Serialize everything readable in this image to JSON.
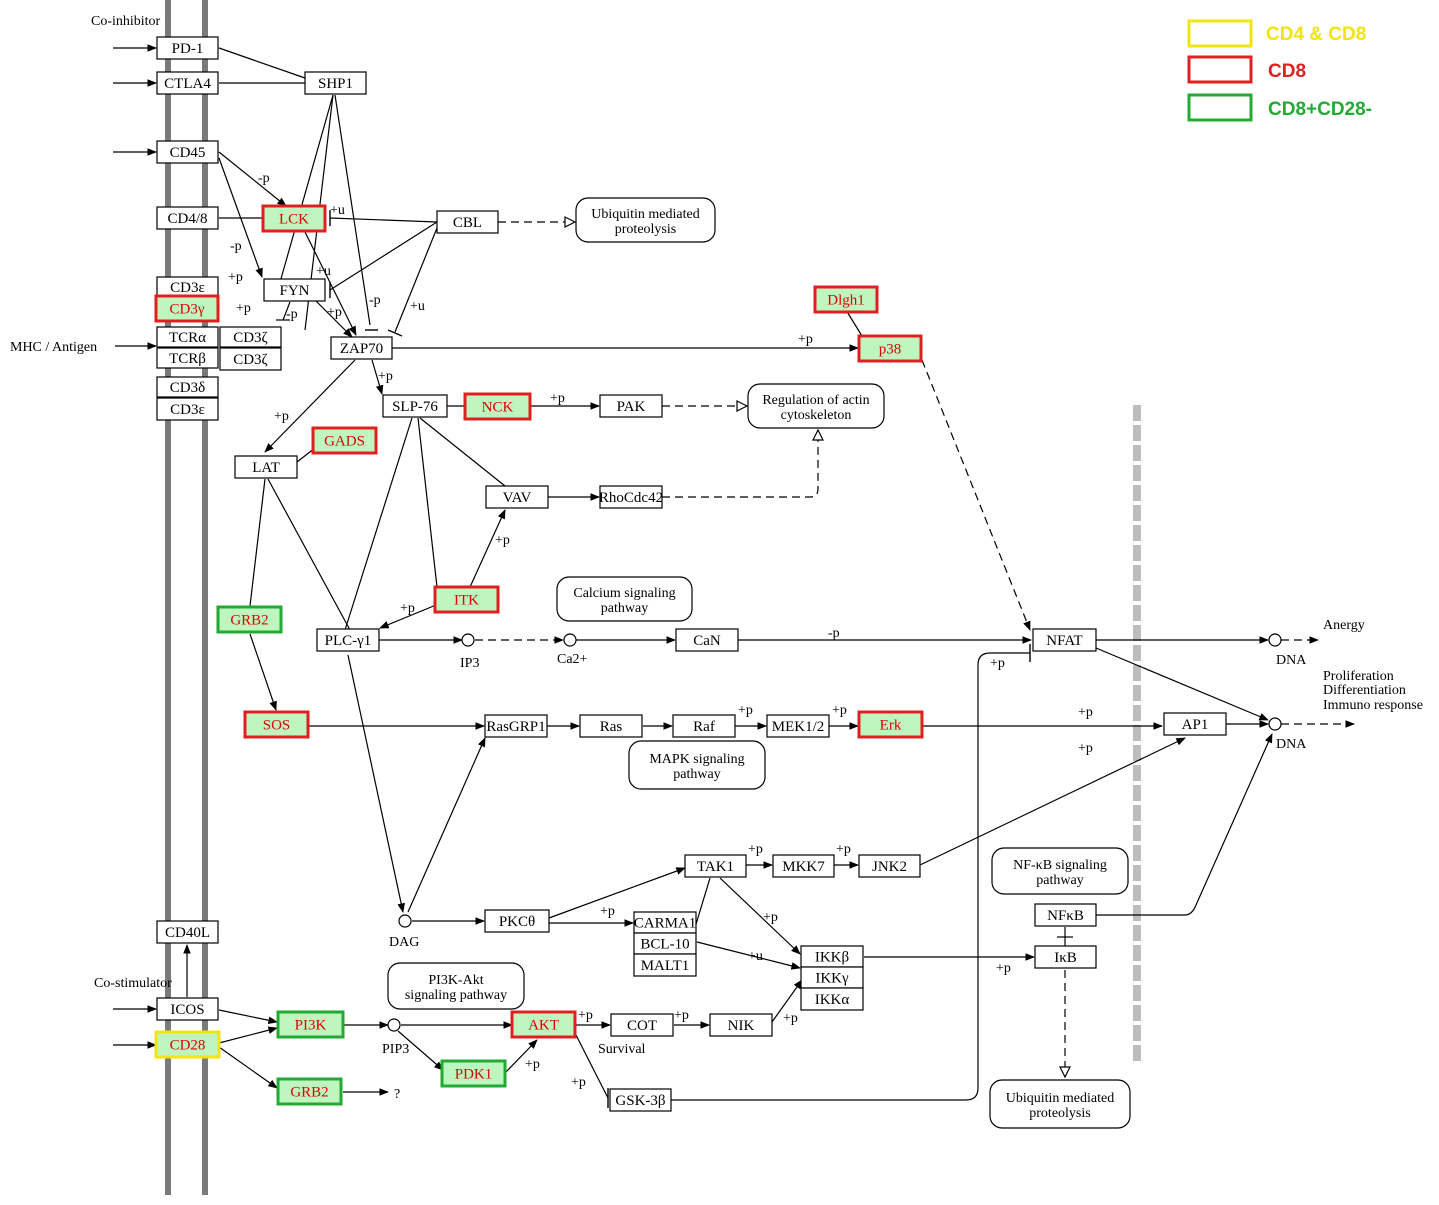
{
  "colors": {
    "membrane": "#7a7a7a",
    "nucleus_membrane": "#bdbdbd",
    "highlight_fill": "#bff5bf",
    "highlight_text": "#dd0000",
    "cd4_cd8": "#f2e40c",
    "cd8": "#e02020",
    "cd8_cd28_neg": "#22aa33",
    "edge": "#000000"
  },
  "legend": [
    {
      "label": "CD4 & CD8",
      "color_key": "cd4_cd8"
    },
    {
      "label": "CD8",
      "color_key": "cd8"
    },
    {
      "label": "CD8+CD28-",
      "color_key": "cd8_cd28_neg"
    }
  ],
  "nodes": {
    "pd1": "PD-1",
    "ctla4": "CTLA4",
    "shp1": "SHP1",
    "cd45": "CD45",
    "cd48": "CD4/8",
    "lck": "LCK",
    "cbl": "CBL",
    "cd3e_top": "CD3ε",
    "cd3y": "CD3γ",
    "fyn": "FYN",
    "dlgh1": "Dlgh1",
    "tcra": "TCRα",
    "tcrb": "TCRβ",
    "cd3z_a": "CD3ζ",
    "cd3z_b": "CD3ζ",
    "zap70": "ZAP70",
    "p38": "p38",
    "cd3d": "CD3δ",
    "cd3e_bot": "CD3ε",
    "slp76": "SLP-76",
    "nck": "NCK",
    "pak": "PAK",
    "gads": "GADS",
    "lat": "LAT",
    "vav": "VAV",
    "rhocdc42": "RhoCdc42",
    "itk": "ITK",
    "grb2_top": "GRB2",
    "plcg1": "PLC-γ1",
    "can": "CaN",
    "nfat": "NFAT",
    "sos": "SOS",
    "rasgrp1": "RasGRP1",
    "ras": "Ras",
    "raf": "Raf",
    "mek12": "MEK1/2",
    "erk": "Erk",
    "ap1": "AP1",
    "tak1": "TAK1",
    "mkk7": "MKK7",
    "jnk2": "JNK2",
    "pkctheta": "PKCθ",
    "carma1": "CARMA1",
    "bcl10": "BCL-10",
    "malt1": "MALT1",
    "ikkb": "IKKβ",
    "ikky": "IKKγ",
    "ikka": "IKKα",
    "nfkb": "NFκB",
    "ikb": "IκB",
    "cd40l": "CD40L",
    "icos": "ICOS",
    "cd28": "CD28",
    "pi3k": "PI3K",
    "akt": "AKT",
    "cot": "COT",
    "nik": "NIK",
    "pdk1": "PDK1",
    "grb2_bot": "GRB2",
    "gsk3b": "GSK-3β"
  },
  "pathways": {
    "ubiquitin_top": [
      "Ubiquitin mediated",
      "proteolysis"
    ],
    "actin": [
      "Regulation of actin",
      "cytoskeleton"
    ],
    "calcium": [
      "Calcium signaling",
      "pathway"
    ],
    "mapk": [
      "MAPK signaling",
      "pathway"
    ],
    "nfkb_path": [
      "NF-κB signaling",
      "pathway"
    ],
    "pi3k_akt": [
      "PI3K-Akt",
      "signaling pathway"
    ],
    "ubiquitin_bot": [
      "Ubiquitin mediated",
      "proteolysis"
    ]
  },
  "labels": {
    "co_inhibitor": "Co-inhibitor",
    "mhc_antigen": "MHC / Antigen",
    "co_stimulator": "Co-stimulator",
    "ip3": "IP3",
    "ca2": "Ca2+",
    "dag": "DAG",
    "pip3": "PIP3",
    "survival": "Survival",
    "dna_top": "DNA",
    "dna_bot": "DNA",
    "anergy": "Anergy",
    "outcomes": [
      "Proliferation",
      "Differentiation",
      "Immuno response"
    ],
    "question": "?"
  },
  "edge_labels": {
    "p_plus": "+p",
    "p_minus": "-p",
    "u_plus": "+u"
  }
}
